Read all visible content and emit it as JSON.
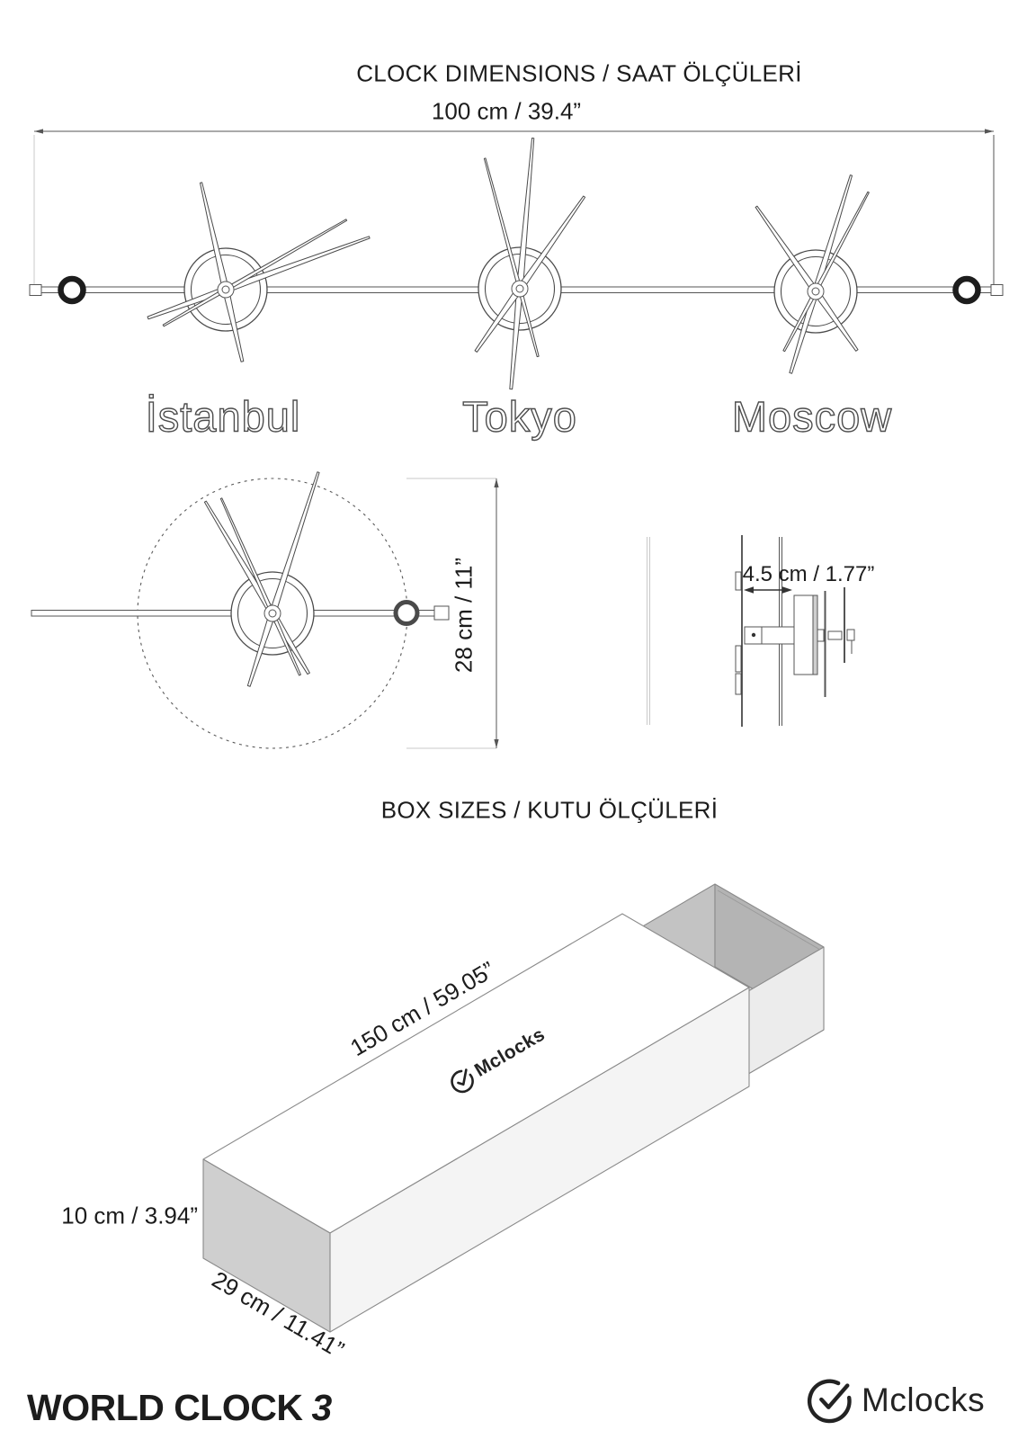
{
  "clock_section": {
    "title": "CLOCK DIMENSIONS / SAAT ÖLÇÜLERİ",
    "width_dimension": "100 cm / 39.4”",
    "cities": [
      "İstanbul",
      "Tokyo",
      "Moscow"
    ],
    "diameter_dimension": "28 cm / 11”",
    "depth_dimension": "4.5 cm / 1.77”"
  },
  "box_section": {
    "title": "BOX SIZES / KUTU ÖLÇÜLERİ",
    "length_dimension": "150 cm / 59.05”",
    "height_dimension": "10 cm / 3.94”",
    "width_dimension": "29 cm / 11.41”",
    "logo_text": "Mclocks"
  },
  "footer": {
    "product_name": "WORLD CLOCK",
    "product_number": "3",
    "brand": "Mclocks"
  },
  "colors": {
    "ink": "#1c1c1c",
    "line": "#555555",
    "edge": "#8a8a8a",
    "sleeve-top": "#ffffff",
    "sleeve-front": "#f4f4f4",
    "sleeve-end": "#cfcfcf",
    "tray-inner-dark": "#b4b4b4",
    "tray-inner-mid": "#c3c3c3",
    "tray-floor": "#dedede",
    "tray-outer": "#ececec"
  }
}
